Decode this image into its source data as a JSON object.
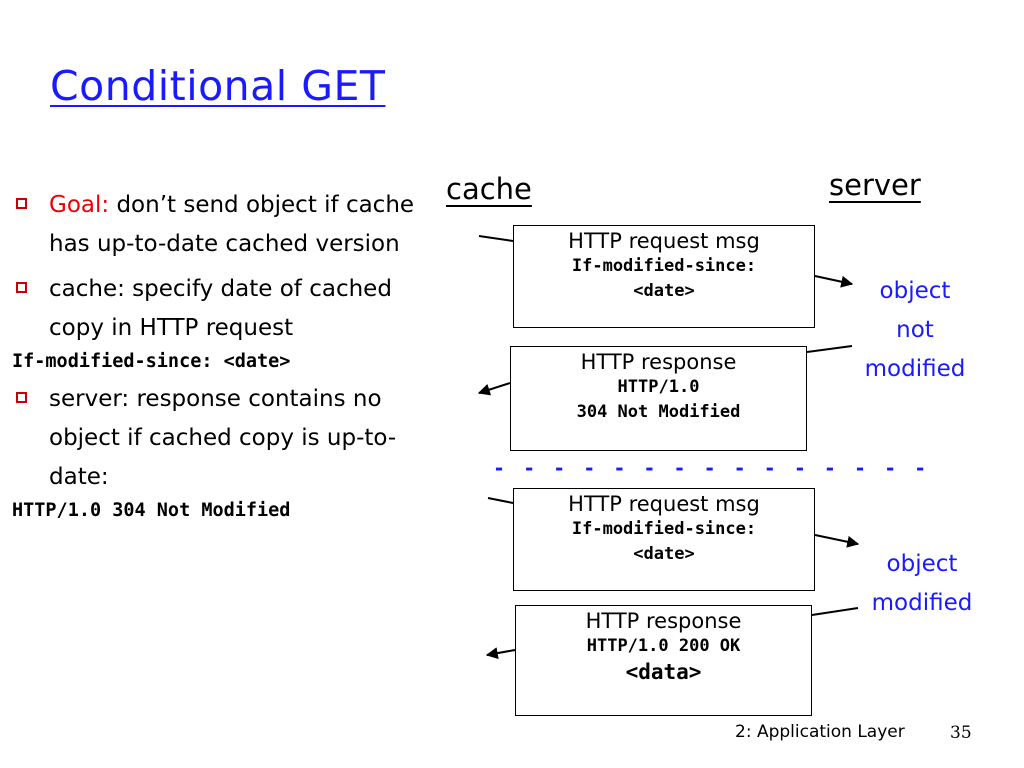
{
  "title": "Conditional GET",
  "bullets": {
    "b1_lead": "Goal:",
    "b1_text": " don’t send object if cache has up-to-date cached version",
    "b2_text": "cache: specify date of cached copy in HTTP request",
    "b2_code": "If-modified-since: <date>",
    "b3_text": "server: response contains no object if cached copy is up-to-date:",
    "b3_code": "HTTP/1.0 304 Not Modified"
  },
  "labels": {
    "cache": "cache",
    "server": "server"
  },
  "msgs": {
    "req1": {
      "title": "HTTP request msg",
      "line1": "If-modified-since:",
      "line2": "<date>"
    },
    "resp1": {
      "title": "HTTP response",
      "line1": "HTTP/1.0",
      "line2": "304 Not Modified"
    },
    "req2": {
      "title": "HTTP request msg",
      "line1": "If-modified-since:",
      "line2": "<date>"
    },
    "resp2": {
      "title": "HTTP response",
      "line1": "HTTP/1.0 200 OK",
      "line2": "<data>"
    }
  },
  "notes": {
    "n1_l1": "object",
    "n1_l2": "not",
    "n1_l3": "modified",
    "n2_l1": "object",
    "n2_l2": "modified"
  },
  "divider": "- - - - - - - - - - - - - - - - - - - - - -",
  "footer": {
    "text": "2: Application Layer",
    "page": "35"
  },
  "colors": {
    "title": "#1a1aff",
    "goal": "#ee0000",
    "bullet": "#cc0000",
    "note": "#1a1aff"
  }
}
